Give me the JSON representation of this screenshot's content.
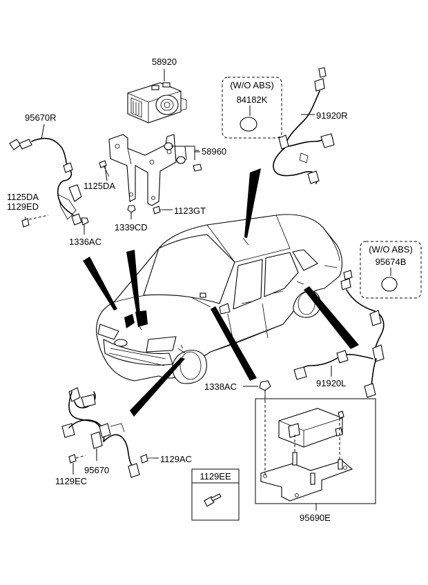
{
  "labels": {
    "p58920": "58920",
    "p58960": "58960",
    "p95670R": "95670R",
    "p1125DA_left": "1125DA",
    "p1129ED": "1129ED",
    "p1125DA_mid": "1125DA",
    "p1336AC": "1336AC",
    "p1339CD": "1339CD",
    "p1123GT": "1123GT",
    "p84182K": "84182K",
    "p91920R": "91920R",
    "p95674B": "95674B",
    "p91920L": "91920L",
    "p1338AC": "1338AC",
    "p95670": "95670",
    "p1129EC": "1129EC",
    "p1129AC": "1129AC",
    "p1129EE": "1129EE",
    "p95690E": "95690E"
  },
  "callouts": {
    "wo_abs_top": "(W/O ABS)",
    "wo_abs_right": "(W/O ABS)"
  }
}
